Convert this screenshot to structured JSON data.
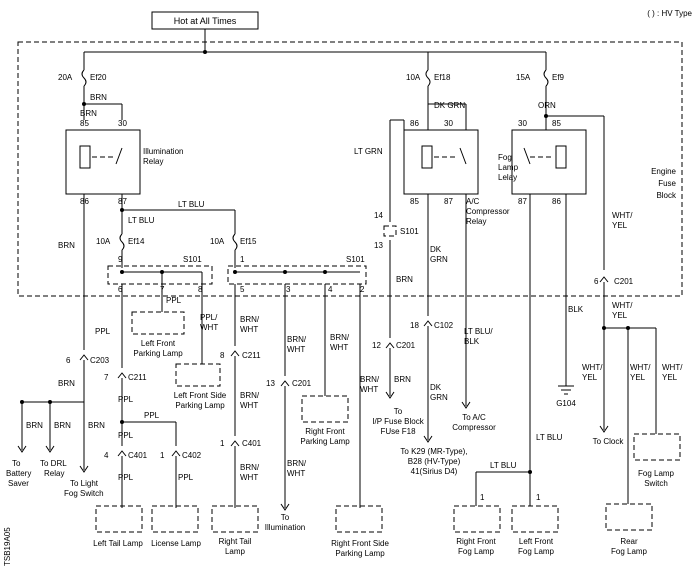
{
  "hv_note": "( ) : HV Type",
  "top_source": "Hot at All Times",
  "engine_block": "Engine Fuse Block",
  "fuses": {
    "ef20": {
      "amp": "20A",
      "name": "Ef20"
    },
    "ef18": {
      "amp": "10A",
      "name": "Ef18"
    },
    "ef9": {
      "amp": "15A",
      "name": "Ef9"
    },
    "ef14": {
      "amp": "10A",
      "name": "Ef14"
    },
    "ef15": {
      "amp": "10A",
      "name": "Ef15"
    }
  },
  "relays": {
    "illumination": {
      "label": "Illumination Relay",
      "p85": "85",
      "p30": "30",
      "p86": "86",
      "p87": "87"
    },
    "ac": {
      "label": "A/C Compressor Relay",
      "p86": "86",
      "p30": "30",
      "p85": "85",
      "p87": "87"
    },
    "fog": {
      "label": "Fog Lamp Lelay",
      "p87": "87",
      "p30": "30",
      "p85": "85",
      "p86": "86"
    }
  },
  "wires": {
    "brn": "BRN",
    "dk_grn": "DK GRN",
    "dk_grn2": "DK GRN",
    "orn": "ORN",
    "lt_grn": "LT GRN",
    "lt_blu": "LT BLU",
    "ppl": "PPL",
    "ppl_wht": "PPL/ WHT",
    "brn_wht": "BRN/ WHT",
    "lt_blu_blk": "LT BLU/ BLK",
    "blk": "BLK",
    "wht_yel": "WHT/ YEL"
  },
  "splices": {
    "s101": "S101"
  },
  "pins": {
    "p9": "9",
    "p6": "6",
    "p7": "7",
    "p8": "8",
    "p1": "1",
    "p5": "5",
    "p3": "3",
    "p4": "4",
    "p2": "2",
    "p14": "14",
    "p13": "13",
    "p18": "18",
    "p12": "12"
  },
  "connectors": {
    "c203": "C203",
    "c211": "C211",
    "c201": "C201",
    "c401": "C401",
    "c402": "C402",
    "c102": "C102",
    "s101b": "S101"
  },
  "loads": {
    "lf_parking": "Left Front Parking Lamp",
    "lf_side": "Left Front Side Parking Lamp",
    "rf_parking": "Right Front Parking Lamp",
    "left_tail": "Left Tail Lamp",
    "license": "License Lamp",
    "right_tail": "Right Tail Lamp",
    "rf_side": "Right Front Side Parking Lamp",
    "rf_fog": "Right Front Fog Lamp",
    "lf_fog": "Left Front Fog Lamp",
    "rear_fog": "Rear Fog Lamp",
    "fog_switch": "Fog Lamp Switch"
  },
  "destinations": {
    "battery_saver": "To Battery Saver",
    "drl_relay": "To DRL Relay",
    "light_fog_switch": "To Light Fog Switch",
    "illumination": "To Illumination",
    "ip_fuse": "To I/P Fuse Block FUse F18",
    "ac_comp": "To A/C Compressor",
    "k29": "To K29 (MR-Type), B28 (HV-Type) 41(Sirius D4)",
    "clock": "To Clock",
    "g104": "G104"
  },
  "side_code": "TSB19A05"
}
